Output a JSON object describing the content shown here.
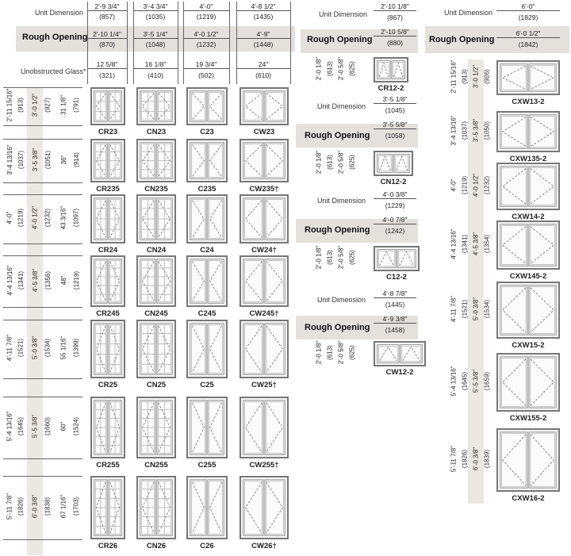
{
  "labels": {
    "unit_dimension": "Unit Dimension",
    "rough_opening": "Rough Opening",
    "unobstructed_glass": "Unobstructed Glass*"
  },
  "left": {
    "columns": [
      {
        "unit": "2'-9 3/4\"",
        "unit_mm": "(857)",
        "ro": "2'-10 1/4\"",
        "ro_mm": "(870)",
        "glass": "12 5/8\"",
        "glass_mm": "(321)"
      },
      {
        "unit": "3'-4 3/4\"",
        "unit_mm": "(1035)",
        "ro": "3'-5 1/4\"",
        "ro_mm": "(1048)",
        "glass": "16 1/8\"",
        "glass_mm": "(410)"
      },
      {
        "unit": "4'-0\"",
        "unit_mm": "(1219)",
        "ro": "4'-0 1/2\"",
        "ro_mm": "(1232)",
        "glass": "19 3/4\"",
        "glass_mm": "(502)"
      },
      {
        "unit": "4'-8 1/2\"",
        "unit_mm": "(1435)",
        "ro": "4'-9\"",
        "ro_mm": "(1448)",
        "glass": "24\"",
        "glass_mm": "(610)"
      }
    ],
    "rows": [
      {
        "h": "2'-11 15/16\"",
        "h_mm": "(913)",
        "ro": "3'-0 1/2\"",
        "ro_mm": "(927)",
        "g": "31 1/8\"",
        "g_mm": "(791)",
        "names": [
          "CR23",
          "CN23",
          "C23",
          "CW23"
        ]
      },
      {
        "h": "3'-4 13/16\"",
        "h_mm": "(1037)",
        "ro": "3'-5 3/8\"",
        "ro_mm": "(1051)",
        "g": "36\"",
        "g_mm": "(914)",
        "names": [
          "CR235",
          "CN235",
          "C235",
          "CW235†"
        ]
      },
      {
        "h": "4'-0\"",
        "h_mm": "(1219)",
        "ro": "4'-0 1/2\"",
        "ro_mm": "(1232)",
        "g": "43 3/16\"",
        "g_mm": "(1097)",
        "names": [
          "CR24",
          "CN24",
          "C24",
          "CW24†"
        ]
      },
      {
        "h": "4'-4 13/16\"",
        "h_mm": "(1341)",
        "ro": "4'-5 3/8\"",
        "ro_mm": "(1356)",
        "g": "48\"",
        "g_mm": "(1219)",
        "names": [
          "CR245",
          "CN245",
          "C245",
          "CW245†"
        ]
      },
      {
        "h": "4'-11 7/8\"",
        "h_mm": "(1521)",
        "ro": "5'-0 3/8\"",
        "ro_mm": "(1534)",
        "g": "55 1/16\"",
        "g_mm": "(1399)",
        "names": [
          "CR25",
          "CN25",
          "C25",
          "CW25†"
        ]
      },
      {
        "h": "5'-4 13/16\"",
        "h_mm": "(1645)",
        "ro": "5'-5 3/8\"",
        "ro_mm": "(1660)",
        "g": "60\"",
        "g_mm": "(1524)",
        "names": [
          "CR255",
          "CN255",
          "C255",
          "CW255†"
        ]
      },
      {
        "h": "5'-11 7/8\"",
        "h_mm": "(1826)",
        "ro": "6'-0 3/8\"",
        "ro_mm": "(1838)",
        "g": "67 1/16\"",
        "g_mm": "(1703)",
        "names": [
          "CR26",
          "CN26",
          "C26",
          "CW26†"
        ]
      }
    ]
  },
  "middle": [
    {
      "unit": "2'-10 1/8\"",
      "unit_mm": "(867)",
      "ro": "2'-10 5/8\"",
      "ro_mm": "(880)",
      "h": "2'-0 1/8\"",
      "h_mm": "(613)",
      "hro": "2'-0 5/8\"",
      "hro_mm": "(625)",
      "name": "CR12-2"
    },
    {
      "unit": "3'-5 1/8\"",
      "unit_mm": "(1045)",
      "ro": "3'-5 5/8\"",
      "ro_mm": "(1058)",
      "h": "2'-0 1/8\"",
      "h_mm": "(613)",
      "hro": "2'-0 5/8\"",
      "hro_mm": "(625)",
      "name": "CN12-2"
    },
    {
      "unit": "4'-0 3/8\"",
      "unit_mm": "(1229)",
      "ro": "4'-0 7/8\"",
      "ro_mm": "(1242)",
      "h": "2'-0 1/8\"",
      "h_mm": "(613)",
      "hro": "2'-0 5/8\"",
      "hro_mm": "(625)",
      "name": "C12-2"
    },
    {
      "unit": "4'-8 7/8\"",
      "unit_mm": "(1445)",
      "ro": "4'-9 3/8\"",
      "ro_mm": "(1458)",
      "h": "2'-0 1/8\"",
      "h_mm": "(613)",
      "hro": "2'-0 5/8\"",
      "hro_mm": "(625)",
      "name": "CW12-2"
    }
  ],
  "right": {
    "unit": "6'-0\"",
    "unit_mm": "(1829)",
    "ro": "6'-0 1/2\"",
    "ro_mm": "(1842)",
    "rows": [
      {
        "h": "2'-11 15/16\"",
        "h_mm": "(913)",
        "hro": "3'-0 1/2\"",
        "hro_mm": "(926)",
        "name": "CXW13-2"
      },
      {
        "h": "3'-4 13/16\"",
        "h_mm": "(1037)",
        "hro": "3'-5 3/8\"",
        "hro_mm": "(1050)",
        "name": "CXW135-2"
      },
      {
        "h": "4'-0\"",
        "h_mm": "(1219)",
        "hro": "4'-0 1/2\"",
        "hro_mm": "(1232)",
        "name": "CXW14-2"
      },
      {
        "h": "4'-4 13/16\"",
        "h_mm": "(1341)",
        "hro": "4'-5 3/8\"",
        "hro_mm": "(1354)",
        "name": "CXW145-2"
      },
      {
        "h": "4'-11 7/8\"",
        "h_mm": "(1521)",
        "hro": "5'-0 3/8\"",
        "hro_mm": "(1534)",
        "name": "CXW15-2"
      },
      {
        "h": "5'-4 13/16\"",
        "h_mm": "(1645)",
        "hro": "5'-5 3/8\"",
        "hro_mm": "(1659)",
        "name": "CXW155-2"
      },
      {
        "h": "5'-11 7/8\"",
        "h_mm": "(1826)",
        "hro": "6'-0 3/8\"",
        "hro_mm": "(1839)",
        "name": "CXW16-2"
      }
    ]
  }
}
